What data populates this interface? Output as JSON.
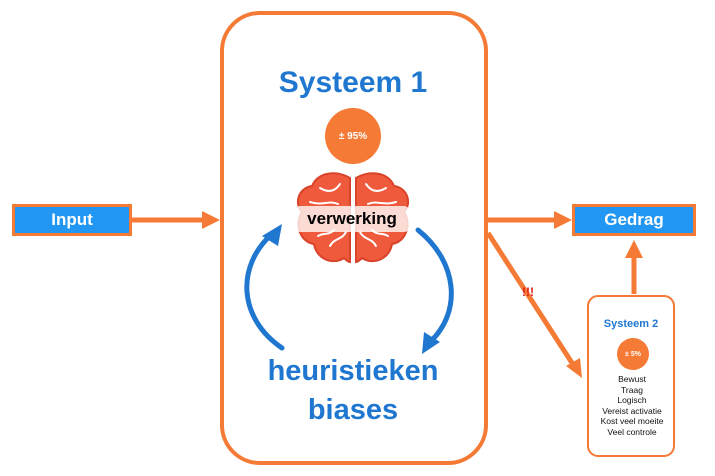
{
  "colors": {
    "accent_orange": "#F47A35",
    "accent_blue": "#1F77D0",
    "box_blue": "#2196F3",
    "brain_red": "#F05A3C",
    "warning_red": "#E01B1B"
  },
  "input_label": "Input",
  "output_label": "Gedrag",
  "system1": {
    "title": "Systeem 1",
    "percentage": "± 95%",
    "process_label": "verwerking",
    "loop_label_1": "heuristieken",
    "loop_label_2": "biases",
    "icon": "brain-icon"
  },
  "warning_label": "!!!",
  "system2": {
    "title": "Systeem 2",
    "percentage": "± 5%",
    "traits": [
      "Bewust",
      "Traag",
      "Logisch",
      "Vereist activatie",
      "Kost veel moeite",
      "Veel controle"
    ]
  }
}
